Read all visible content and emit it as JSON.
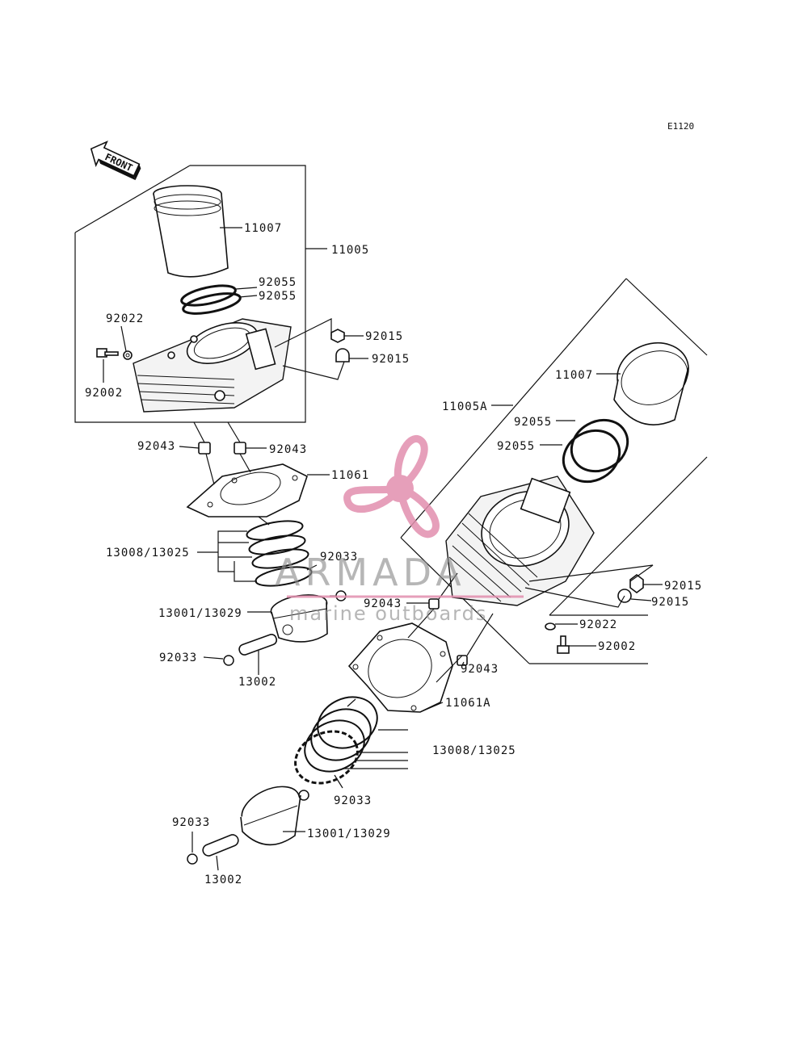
{
  "diagram_code": "E1120",
  "front_label": "FRONT",
  "watermark": {
    "brand": "ARMADA",
    "tagline": "marine outboards",
    "color": "#e28fae"
  },
  "callouts": {
    "c11007_a": "11007",
    "c11005": "11005",
    "c92055_a1": "92055",
    "c92055_a2": "92055",
    "c92022_a": "92022",
    "c92002_a": "92002",
    "c92015_a1": "92015",
    "c92015_a2": "92015",
    "c92043_a1": "92043",
    "c92043_a2": "92043",
    "c11061": "11061",
    "c13008_a": "13008/13025",
    "c92033_a1": "92033",
    "c13001_a": "13001/13029",
    "c92033_a2": "92033",
    "c13002_a": "13002",
    "c11007_b": "11007",
    "c11005A": "11005A",
    "c92055_b1": "92055",
    "c92055_b2": "92055",
    "c92015_b1": "92015",
    "c92015_b2": "92015",
    "c92043_b1": "92043",
    "c92022_b": "92022",
    "c92002_b": "92002",
    "c92043_b2": "92043",
    "c11061A": "11061A",
    "c13008_b": "13008/13025",
    "c92033_b1": "92033",
    "c92033_b2": "92033",
    "c13001_b": "13001/13029",
    "c13002_b": "13002"
  }
}
